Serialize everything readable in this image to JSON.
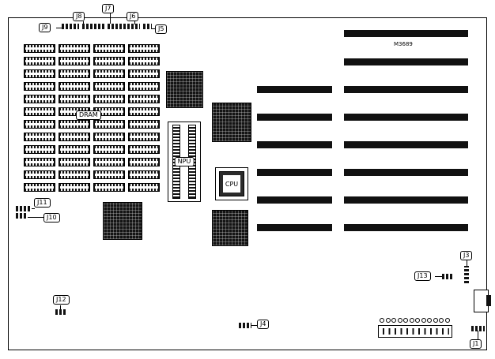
{
  "diagram": {
    "part_number": "M3689",
    "chip_labels": {
      "dram": "DRAM",
      "npu": "NPU",
      "cpu": "CPU"
    },
    "connectors": {
      "j1": "J1",
      "j3": "J3",
      "j4": "J4",
      "j5": "J5",
      "j6": "J6",
      "j7": "J7",
      "j8": "J8",
      "j9": "J9",
      "j10": "J10",
      "j11": "J11",
      "j12": "J12",
      "j13": "J13"
    },
    "dram_grid": {
      "columns": 4,
      "rows": 12
    },
    "slots": {
      "long_count": 8,
      "short_count": 6
    },
    "power_connector": {
      "pin_count": 12
    }
  }
}
